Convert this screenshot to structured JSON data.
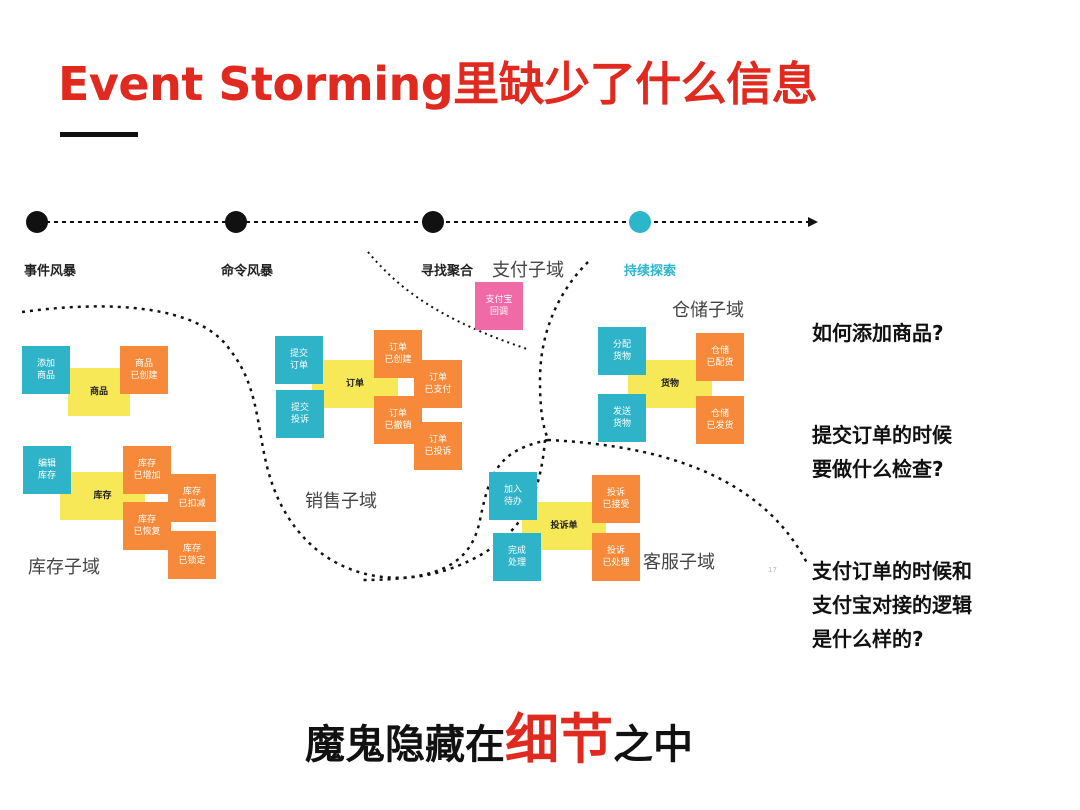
{
  "title": "Event Storming里缺少了什么信息",
  "timeline": {
    "stages": [
      {
        "label": "事件风暴",
        "status": "done"
      },
      {
        "label": "命令风暴",
        "status": "done"
      },
      {
        "label": "寻找聚合",
        "status": "done"
      },
      {
        "label": "持续探索",
        "status": "current"
      }
    ],
    "colors": {
      "done": "#111111",
      "current": "#2bb6cc"
    }
  },
  "subdomains": [
    {
      "name": "库存子域",
      "groups": [
        {
          "aggregate": "商品",
          "commands": [
            "添加\n商品"
          ],
          "events": [
            "商品\n已创建"
          ]
        },
        {
          "aggregate": "库存",
          "commands": [
            "编辑\n库存"
          ],
          "events": [
            "库存\n已增加",
            "库存\n已扣减",
            "库存\n已恢复",
            "库存\n已锁定"
          ]
        }
      ]
    },
    {
      "name": "销售子域",
      "groups": [
        {
          "aggregate": "订单",
          "commands": [
            "提交\n订单",
            "提交\n投诉"
          ],
          "events": [
            "订单\n已创建",
            "订单\n已支付",
            "订单\n已撤销",
            "订单\n已投诉"
          ]
        }
      ]
    },
    {
      "name": "支付子域",
      "groups": [
        {
          "policies": [
            "支付宝\n回调"
          ]
        }
      ]
    },
    {
      "name": "仓储子域",
      "groups": [
        {
          "aggregate": "货物",
          "commands": [
            "分配\n货物",
            "发送\n货物"
          ],
          "events": [
            "仓储\n已配货",
            "仓储\n已发货"
          ]
        }
      ]
    },
    {
      "name": "客服子域",
      "groups": [
        {
          "aggregate": "投诉单",
          "commands": [
            "加入\n待办",
            "完成\n处理"
          ],
          "events": [
            "投诉\n已接受",
            "投诉\n已处理"
          ]
        }
      ]
    }
  ],
  "note_colors": {
    "command": "#2eb3c9",
    "event": "#f68a3a",
    "aggregate": "#f7e858",
    "policy": "#f06aa8"
  },
  "questions": [
    "如何添加商品?",
    "提交订单的时候\n要做什么检查?",
    "支付订单的时候和\n支付宝对接的逻辑\n是什么样的?"
  ],
  "footer": {
    "prefix": "魔鬼隐藏在",
    "highlight": "细节",
    "suffix": "之中"
  },
  "page_number": "17",
  "accent_color": "#e02a1f"
}
